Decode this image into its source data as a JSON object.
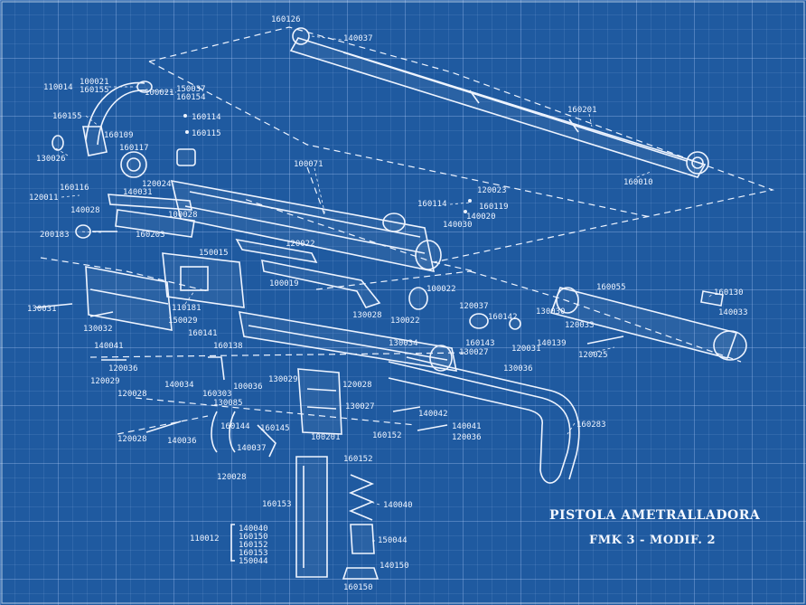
{
  "title": {
    "line1": "PISTOLA AMETRALLADORA",
    "line2": "FMK 3 - MODIF. 2"
  },
  "parts": [
    {
      "id": "p160126",
      "number": "160126"
    },
    {
      "id": "p140037a",
      "number": "140037"
    },
    {
      "id": "p110014",
      "number": "110014"
    },
    {
      "id": "p100021a",
      "number": "100021"
    },
    {
      "id": "p160155a",
      "number": "160155"
    },
    {
      "id": "p100021b",
      "number": "100021"
    },
    {
      "id": "p150037",
      "number": "150037"
    },
    {
      "id": "p160154",
      "number": "160154"
    },
    {
      "id": "p160114a",
      "number": "160114"
    },
    {
      "id": "p160115",
      "number": "160115"
    },
    {
      "id": "p160155b",
      "number": "160155"
    },
    {
      "id": "p160109",
      "number": "160109"
    },
    {
      "id": "p160117",
      "number": "160117"
    },
    {
      "id": "p130026",
      "number": "130026"
    },
    {
      "id": "p100071",
      "number": "100071"
    },
    {
      "id": "p160201",
      "number": "160201"
    },
    {
      "id": "p160010",
      "number": "160010"
    },
    {
      "id": "p160116",
      "number": "160116"
    },
    {
      "id": "p120024",
      "number": "120024"
    },
    {
      "id": "p140031",
      "number": "140031"
    },
    {
      "id": "p120011",
      "number": "120011"
    },
    {
      "id": "p140028",
      "number": "140028"
    },
    {
      "id": "p100028",
      "number": "100028"
    },
    {
      "id": "p120023",
      "number": "120023"
    },
    {
      "id": "p160114b",
      "number": "160114"
    },
    {
      "id": "p160119",
      "number": "160119"
    },
    {
      "id": "p140020",
      "number": "140020"
    },
    {
      "id": "p140030",
      "number": "140030"
    },
    {
      "id": "p200183",
      "number": "200183"
    },
    {
      "id": "p160203",
      "number": "160203"
    },
    {
      "id": "p120022",
      "number": "120022"
    },
    {
      "id": "p150015",
      "number": "150015"
    },
    {
      "id": "p100019",
      "number": "100019"
    },
    {
      "id": "p100022",
      "number": "100022"
    },
    {
      "id": "p160055",
      "number": "160055"
    },
    {
      "id": "p160130",
      "number": "160130"
    },
    {
      "id": "p140033",
      "number": "140033"
    },
    {
      "id": "p130031",
      "number": "130031"
    },
    {
      "id": "p130032",
      "number": "130032"
    },
    {
      "id": "p110181",
      "number": "110181"
    },
    {
      "id": "p150029",
      "number": "150029"
    },
    {
      "id": "p130028a",
      "number": "130028"
    },
    {
      "id": "p130022",
      "number": "130022"
    },
    {
      "id": "p120037",
      "number": "120037"
    },
    {
      "id": "p160142",
      "number": "160142"
    },
    {
      "id": "p130030",
      "number": "130030"
    },
    {
      "id": "p120033",
      "number": "120033"
    },
    {
      "id": "p160141",
      "number": "160141"
    },
    {
      "id": "p160138",
      "number": "160138"
    },
    {
      "id": "p130034",
      "number": "130034"
    },
    {
      "id": "p160143",
      "number": "160143"
    },
    {
      "id": "p130027a",
      "number": "130027"
    },
    {
      "id": "p120031",
      "number": "120031"
    },
    {
      "id": "p140139",
      "number": "140139"
    },
    {
      "id": "p120025",
      "number": "120025"
    },
    {
      "id": "p140041a",
      "number": "140041"
    },
    {
      "id": "p120036a",
      "number": "120036"
    },
    {
      "id": "p130036",
      "number": "130036"
    },
    {
      "id": "p130029",
      "number": "130029"
    },
    {
      "id": "p120029",
      "number": "120029"
    },
    {
      "id": "p140034",
      "number": "140034"
    },
    {
      "id": "p100036",
      "number": "100036"
    },
    {
      "id": "p120028a",
      "number": "120028"
    },
    {
      "id": "p120028b",
      "number": "120028"
    },
    {
      "id": "p160303",
      "number": "160303"
    },
    {
      "id": "p130085",
      "number": "130085"
    },
    {
      "id": "p130027b",
      "number": "130027"
    },
    {
      "id": "p140042",
      "number": "140042"
    },
    {
      "id": "p140041b",
      "number": "140041"
    },
    {
      "id": "p120036b",
      "number": "120036"
    },
    {
      "id": "p160283",
      "number": "160283"
    },
    {
      "id": "p120028c",
      "number": "120028"
    },
    {
      "id": "p140036",
      "number": "140036"
    },
    {
      "id": "p160144",
      "number": "160144"
    },
    {
      "id": "p160145",
      "number": "160145"
    },
    {
      "id": "p100201",
      "number": "100201"
    },
    {
      "id": "p160152a",
      "number": "160152"
    },
    {
      "id": "p140037b",
      "number": "140037"
    },
    {
      "id": "p120028d",
      "number": "120028"
    },
    {
      "id": "p160152b",
      "number": "160152"
    },
    {
      "id": "p160153",
      "number": "160153"
    },
    {
      "id": "p140040a",
      "number": "140040"
    },
    {
      "id": "p110012",
      "number": "110012"
    },
    {
      "id": "p150044",
      "number": "150044"
    },
    {
      "id": "p140150",
      "number": "140150"
    },
    {
      "id": "p160150b",
      "number": "160150"
    }
  ],
  "group_110012": [
    "140040",
    "160150",
    "160152",
    "160153",
    "150044"
  ]
}
